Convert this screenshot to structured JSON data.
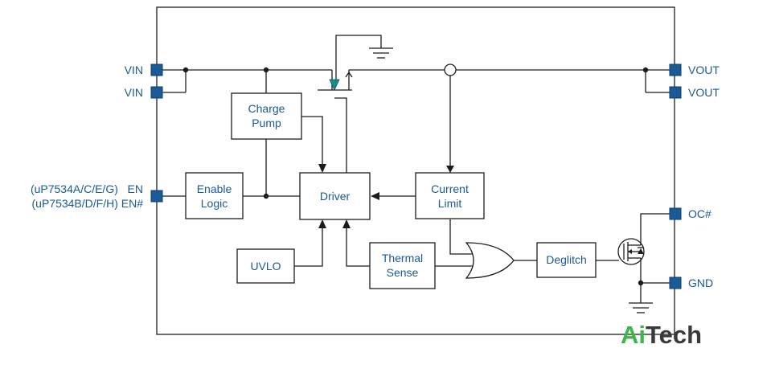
{
  "blocks": {
    "charge_pump": [
      "Charge",
      "Pump"
    ],
    "enable_logic": [
      "Enable",
      "Logic"
    ],
    "driver": "Driver",
    "current_limit": [
      "Current",
      "Limit"
    ],
    "uvlo": "UVLO",
    "thermal_sense": [
      "Thermal",
      "Sense"
    ],
    "deglitch": "Deglitch"
  },
  "pins": {
    "vin_1": "VIN",
    "vin_2": "VIN",
    "vout_1": "VOUT",
    "vout_2": "VOUT",
    "en_line1": "(uP7534A/C/E/G)   EN",
    "en_line2": "(uP7534B/D/F/H) EN#",
    "oc": "OC#",
    "gnd": "GND"
  },
  "logo": {
    "part1": "Ai",
    "part2": "Tech"
  },
  "colors": {
    "pin_blue": "#1a5a96",
    "text_blue": "#1a5a96",
    "logo_green": "#3fb54b",
    "mosfet_diode_teal": "#1b8a8a"
  }
}
